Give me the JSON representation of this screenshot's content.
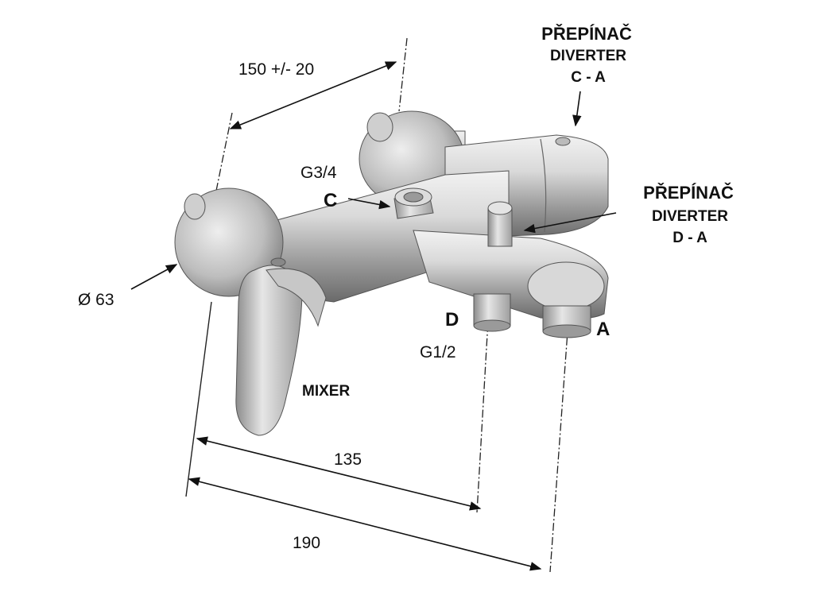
{
  "dimensions": {
    "top_width": "150 +/- 20",
    "diameter": "Ø 63",
    "spout_short": "135",
    "spout_long": "190"
  },
  "labels": {
    "inlet_thread": "G3/4",
    "port_c": "C",
    "port_d": "D",
    "port_a": "A",
    "outlet_thread": "G1/2",
    "mixer": "MIXER"
  },
  "diverters": {
    "ca": {
      "title": "PŘEPÍNAČ",
      "subtitle": "DIVERTER",
      "code": "C - A"
    },
    "da": {
      "title": "PŘEPÍNAČ",
      "subtitle": "DIVERTER",
      "code": "D - A"
    }
  }
}
